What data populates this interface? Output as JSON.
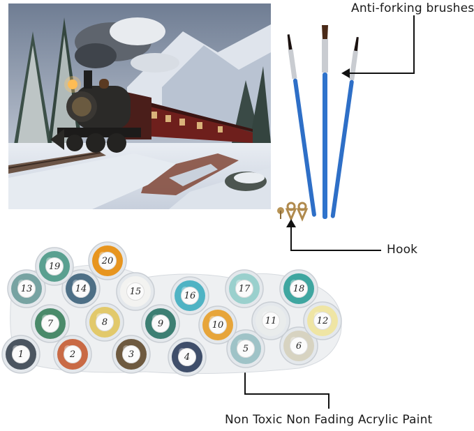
{
  "labels": {
    "brushes": "Anti-forking brushes",
    "hook": "Hook",
    "paint": "Non Toxic Non Fading Acrylic Paint"
  },
  "pots": [
    {
      "n": "1",
      "c": "#4b5560"
    },
    {
      "n": "2",
      "c": "#c96a45"
    },
    {
      "n": "3",
      "c": "#6e5a40"
    },
    {
      "n": "4",
      "c": "#3f4e6a"
    },
    {
      "n": "5",
      "c": "#9fc3c7"
    },
    {
      "n": "6",
      "c": "#d7d3c1"
    },
    {
      "n": "7",
      "c": "#4a8a6a"
    },
    {
      "n": "8",
      "c": "#e2c96b"
    },
    {
      "n": "9",
      "c": "#3d7f73"
    },
    {
      "n": "10",
      "c": "#e7a53a"
    },
    {
      "n": "11",
      "c": "#e9ecec"
    },
    {
      "n": "12",
      "c": "#efe5a4"
    },
    {
      "n": "13",
      "c": "#77a3a2"
    },
    {
      "n": "14",
      "c": "#4d6f86"
    },
    {
      "n": "15",
      "c": "#f3f3f1"
    },
    {
      "n": "16",
      "c": "#4fb3c4"
    },
    {
      "n": "17",
      "c": "#9ad0cd"
    },
    {
      "n": "18",
      "c": "#3fa6a0"
    },
    {
      "n": "19",
      "c": "#5aa090"
    },
    {
      "n": "20",
      "c": "#e7951f"
    }
  ]
}
